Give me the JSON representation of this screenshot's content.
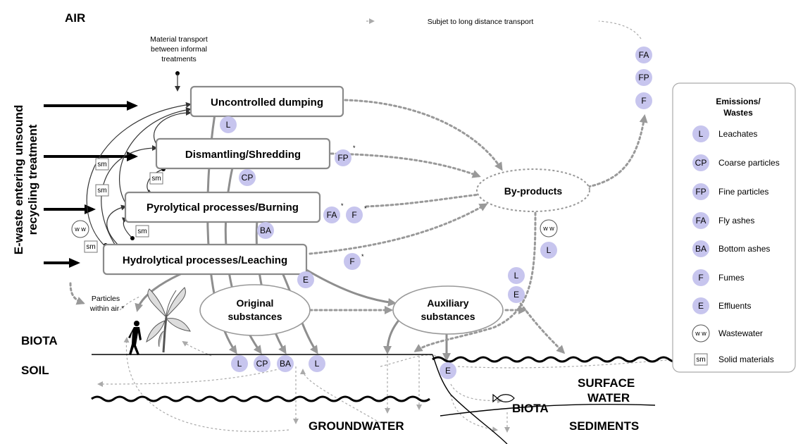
{
  "regions": {
    "air": "AIR",
    "biota_land": "BIOTA",
    "soil": "SOIL",
    "groundwater": "GROUNDWATER",
    "surface_water_line1": "SURFACE",
    "surface_water_line2": "WATER",
    "biota_water": "BIOTA",
    "sediments": "SEDIMENTS"
  },
  "side_label": {
    "line1": "E-waste entering unsound",
    "line2": "recycling treatment"
  },
  "notes": {
    "material_transport_1": "Material transport",
    "material_transport_2": "between informal",
    "material_transport_3": "treatments",
    "long_distance": "Subjet to long distance transport",
    "particles_1": "Particles",
    "particles_2": "within air *"
  },
  "processes": [
    {
      "label": "Uncontrolled dumping"
    },
    {
      "label": "Dismantling/Shredding"
    },
    {
      "label": "Pyrolytical processes/Burning"
    },
    {
      "label": "Hydrolytical processes/Leaching"
    }
  ],
  "nodes": {
    "by_products": "By-products",
    "original_1": "Original",
    "original_2": "substances",
    "auxiliary_1": "Auxiliary",
    "auxiliary_2": "substances"
  },
  "badges": {
    "L": "L",
    "CP": "CP",
    "FP": "FP",
    "FA": "FA",
    "F": "F",
    "BA": "BA",
    "E": "E",
    "WW": "w w",
    "SM": "sm",
    "star": "*"
  },
  "legend": {
    "title_1": "Emissions/",
    "title_2": "Wastes",
    "items": [
      {
        "code": "L",
        "label": "Leachates"
      },
      {
        "code": "CP",
        "label": "Coarse particles"
      },
      {
        "code": "FP",
        "label": "Fine particles"
      },
      {
        "code": "FA",
        "label": "Fly ashes"
      },
      {
        "code": "BA",
        "label": "Bottom ashes"
      },
      {
        "code": "F",
        "label": "Fumes"
      },
      {
        "code": "E",
        "label": "Effluents"
      },
      {
        "code": "w w",
        "label": "Wastewater"
      },
      {
        "code": "sm",
        "label": "Solid materials"
      }
    ]
  },
  "colors": {
    "badge_fill": "#c7c5ee",
    "process_border": "#8a8a8a",
    "flow_grey": "#999999"
  }
}
